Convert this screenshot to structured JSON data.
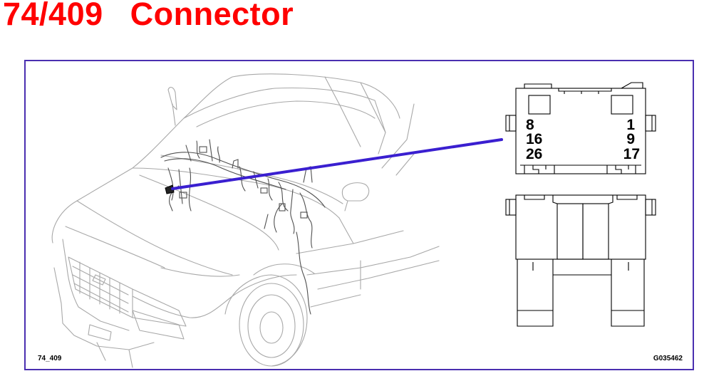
{
  "header": {
    "code": "74/409",
    "name": "Connector"
  },
  "colors": {
    "title": "#ff0000",
    "frame": "#4a2fb0",
    "pointer": "#3a1fd0",
    "line": "#9a9a9a"
  },
  "diagram": {
    "left_label": "74_409",
    "right_label": "G035462",
    "pins": {
      "r1_left": "8",
      "r1_right": "1",
      "r2_left": "16",
      "r2_right": "9",
      "r3_left": "26",
      "r3_right": "17"
    }
  }
}
